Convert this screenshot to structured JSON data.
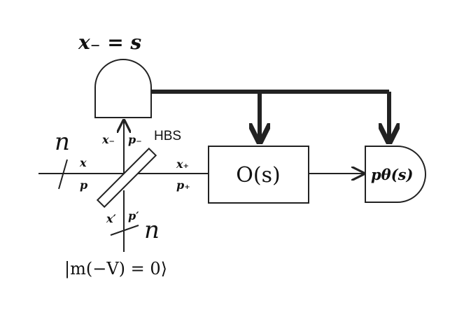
{
  "labels": {
    "detector_top": "x₋ = s",
    "in_mode": "x",
    "in_mode_p": "p",
    "out_minus_x": "x₋",
    "out_minus_p": "p₋",
    "hbs": "HBS",
    "out_plus_x": "x₊",
    "out_plus_p": "p₊",
    "aux_x": "x′",
    "aux_p": "p′",
    "n_left": "n",
    "n_bottom": "n",
    "vacuum_state": "|m(−V) = 0⟩",
    "operator_box": "O(s)",
    "final_detector": "pθ(s)"
  },
  "colors": {
    "line": "#222222",
    "background": "#ffffff"
  }
}
